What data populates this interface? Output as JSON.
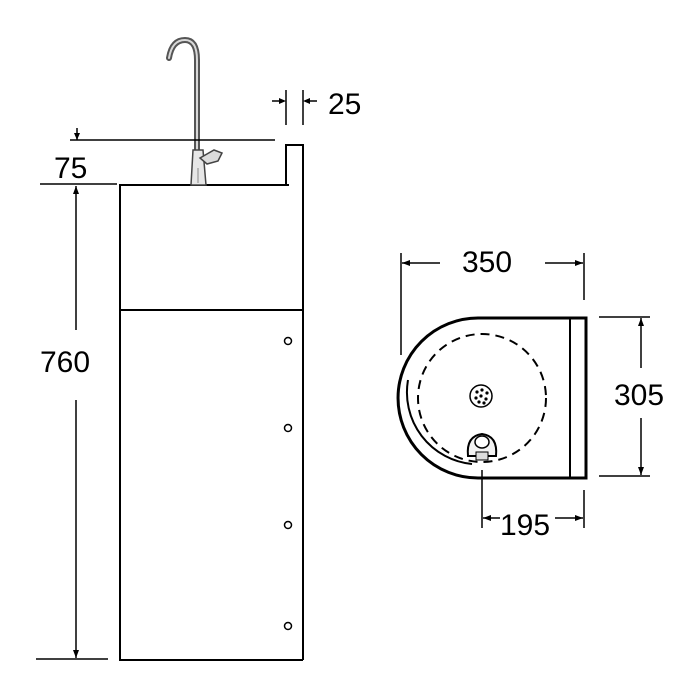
{
  "dimensions": {
    "top_offset": "75",
    "side_thickness": "25",
    "height": "760",
    "width": "350",
    "depth": "305",
    "center_offset": "195"
  }
}
